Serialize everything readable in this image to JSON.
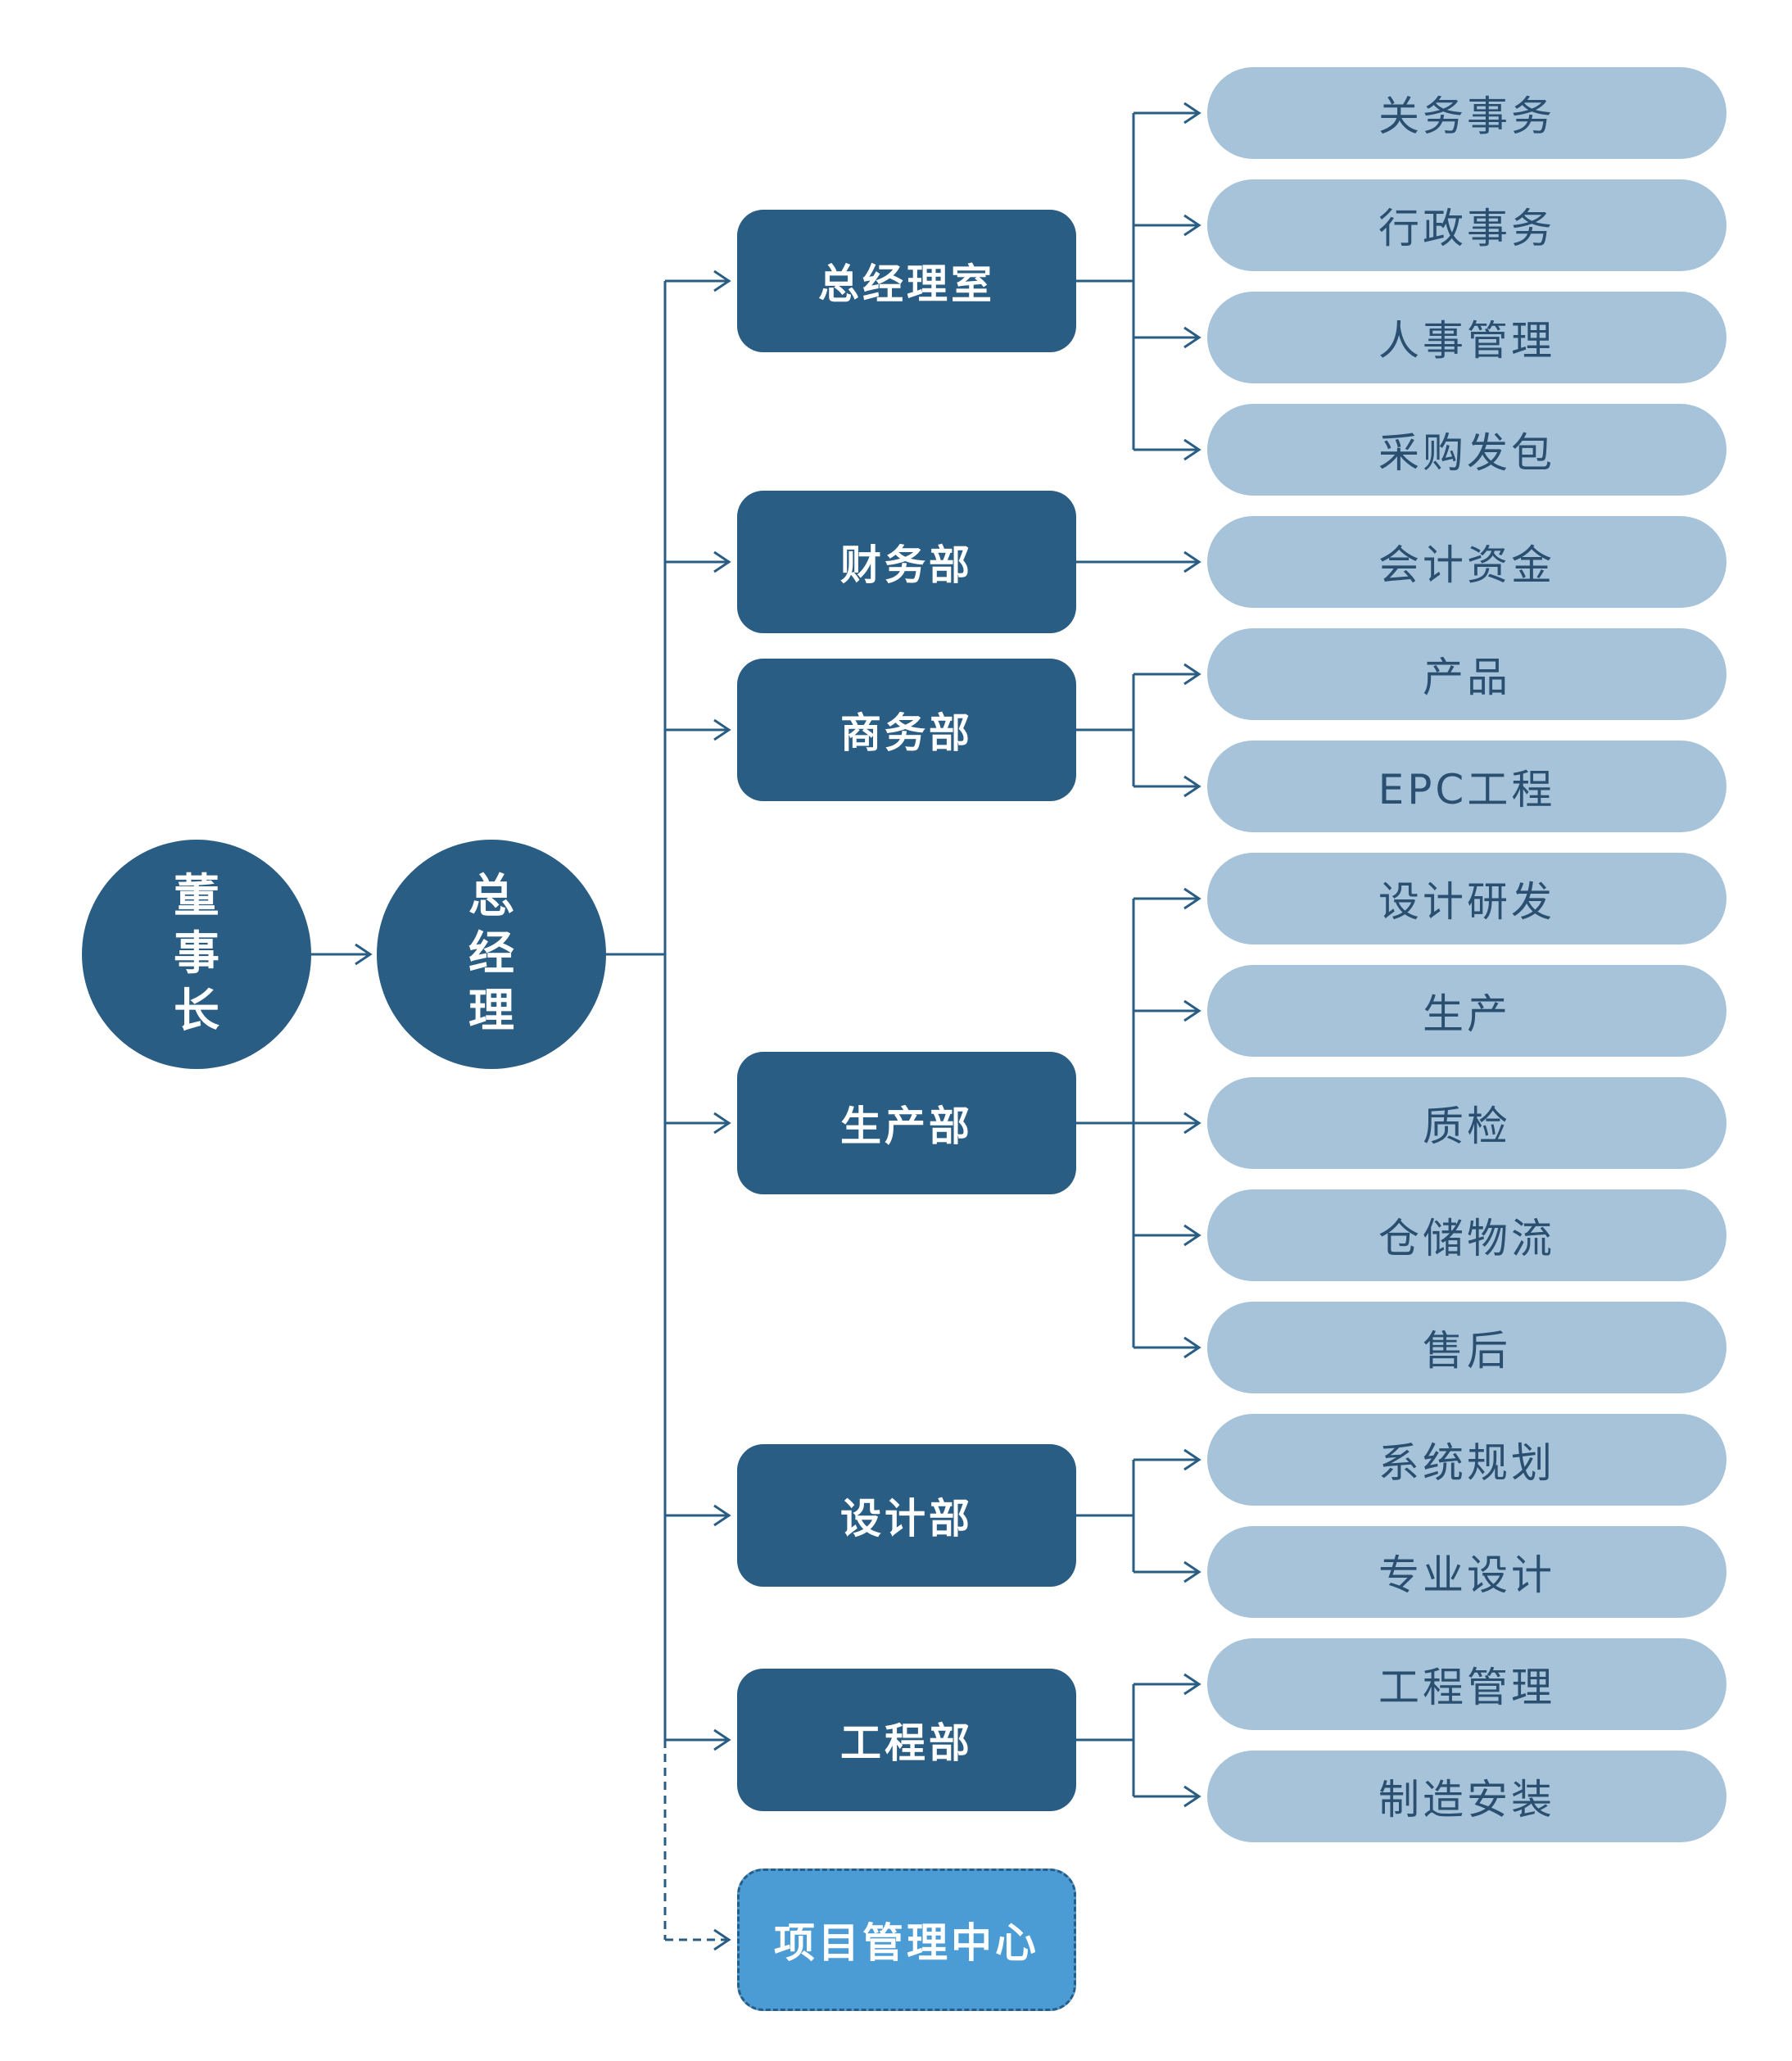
{
  "chairman": "董事长",
  "general_manager": "总经理",
  "colors": {
    "node_dark": "#2a5d84",
    "node_light": "#a6c3d9",
    "node_highlight": "#4b9bd5",
    "line": "#2a5d84"
  },
  "departments": [
    {
      "label": "总经理室",
      "items": [
        "关务事务",
        "行政事务",
        "人事管理",
        "采购发包"
      ]
    },
    {
      "label": "财务部",
      "items": [
        "会计资金"
      ]
    },
    {
      "label": "商务部",
      "items": [
        "产品",
        "EPC工程"
      ]
    },
    {
      "label": "生产部",
      "items": [
        "设计研发",
        "生产",
        "质检",
        "仓储物流",
        "售后"
      ]
    },
    {
      "label": "设计部",
      "items": [
        "系统规划",
        "专业设计"
      ]
    },
    {
      "label": "工程部",
      "items": [
        "工程管理",
        "制造安装"
      ]
    },
    {
      "label": "项目管理中心",
      "items": []
    }
  ]
}
